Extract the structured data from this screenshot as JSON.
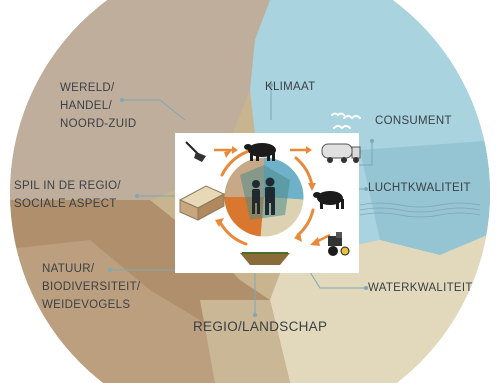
{
  "labels": {
    "wereld": [
      "WERELD/",
      "HANDEL/",
      "NOORD-ZUID"
    ],
    "klimaat": "KLIMAAT",
    "consument": "CONSUMENT",
    "spil": [
      "SPIL IN DE REGIO/",
      "SOCIALE ASPECT"
    ],
    "luchtkwaliteit": "LUCHTKWALITEIT",
    "natuur": [
      "NATUUR/",
      "BIODIVERSITEIT/",
      "WEIDEVOGELS"
    ],
    "waterkwaliteit": "WATERKWALITEIT",
    "regio": "REGIO/LANDSCHAP"
  },
  "colors": {
    "land_tan": "#c8b48e",
    "land_brown": "#b08f6c",
    "land_grey": "#c2b5a6",
    "water_blue": "#a9d3df",
    "water_dark": "#8fc3d4",
    "field_light": "#ddd3b6",
    "field_pale": "#e7dec7",
    "arrow_orange": "#e98a3b",
    "text": "#3b4046",
    "connector": "#7fa7b5"
  },
  "icons": [
    "spade-icon",
    "cow-icon",
    "milk-truck-icon",
    "cow-icon",
    "tractor-icon",
    "soil-icon",
    "barn-icon",
    "farmers-icon",
    "birds-icon"
  ]
}
